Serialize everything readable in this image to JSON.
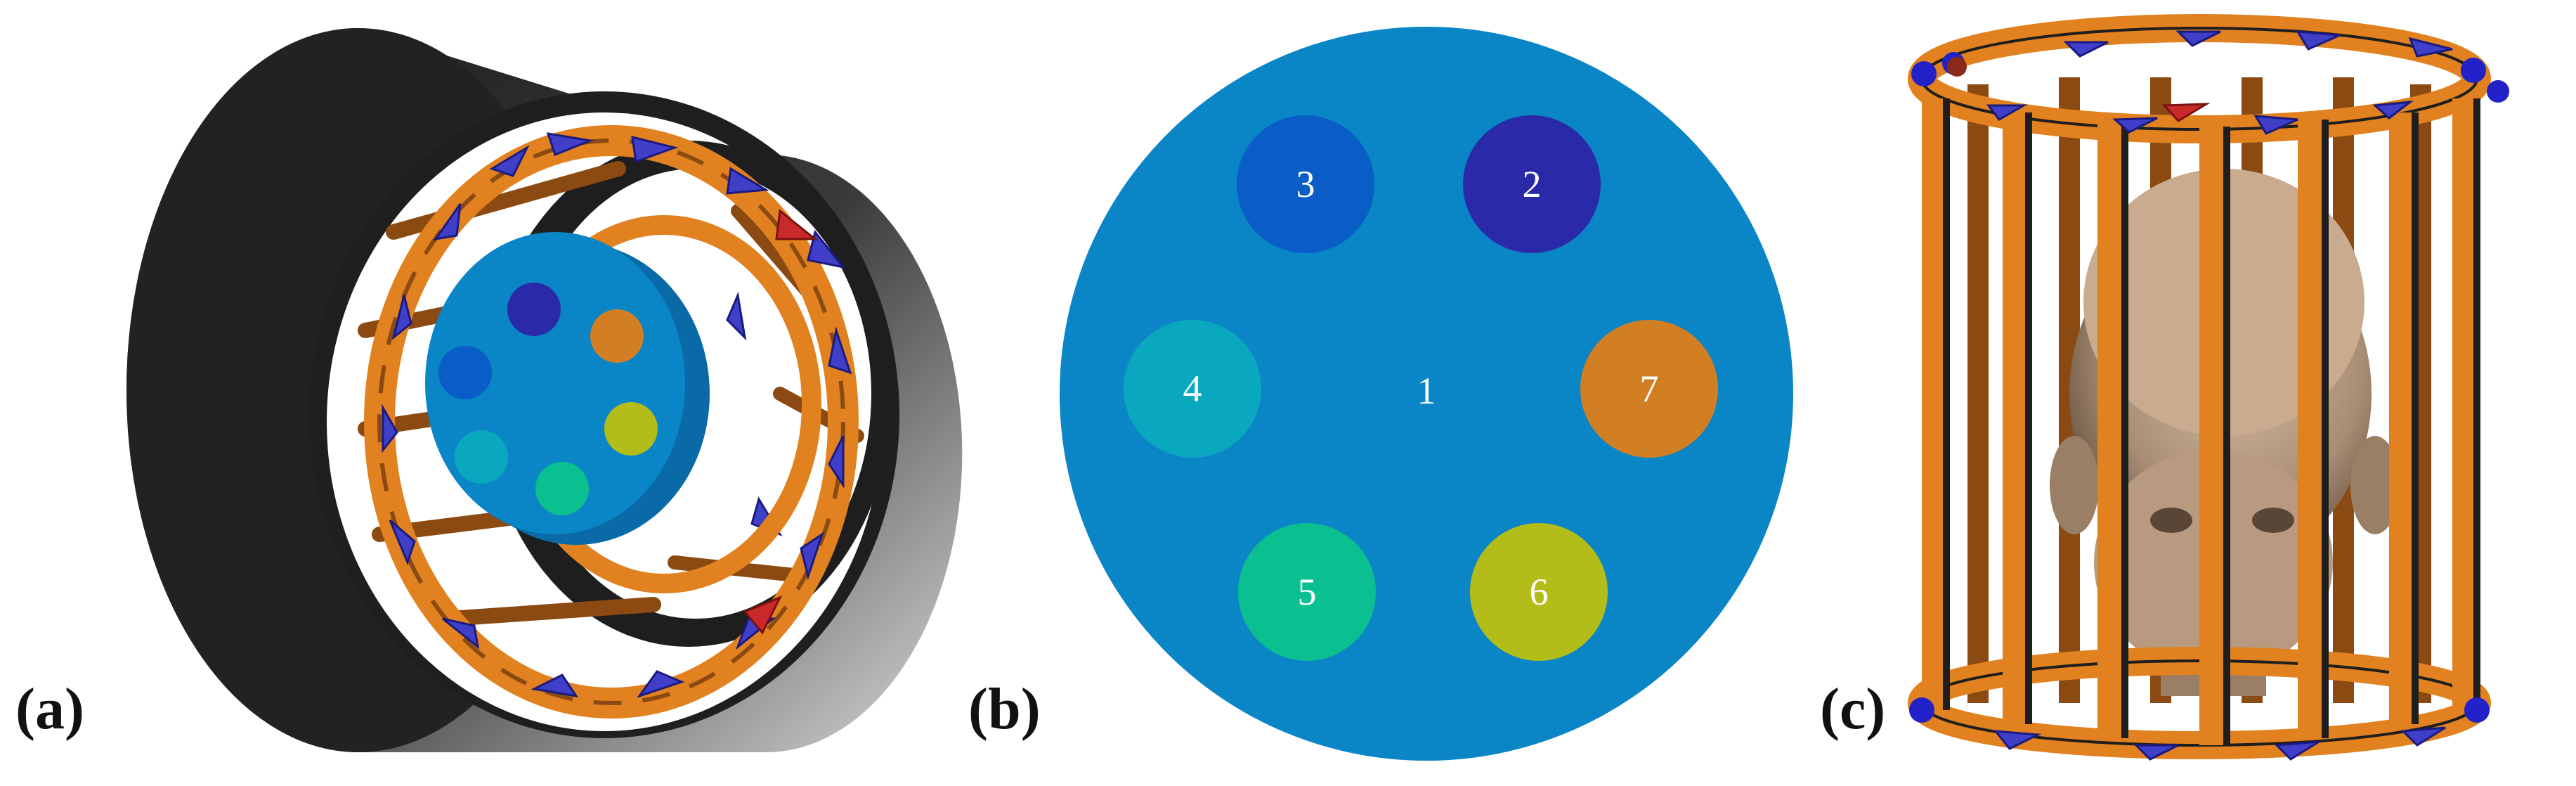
{
  "panels": [
    {
      "label": "(a)"
    },
    {
      "label": "(b)"
    },
    {
      "label": "(c)"
    }
  ],
  "phantom_regions": [
    {
      "id": "1",
      "color": "#0a85c6"
    },
    {
      "id": "2",
      "color": "#2a2aa8"
    },
    {
      "id": "3",
      "color": "#0a5cc6"
    },
    {
      "id": "4",
      "color": "#0aa8bf"
    },
    {
      "id": "5",
      "color": "#0abf90"
    },
    {
      "id": "6",
      "color": "#b3bd1a"
    },
    {
      "id": "7",
      "color": "#d27e23"
    }
  ],
  "colors": {
    "coil_orange": "#e1811f",
    "shield_dark": "#2b2b2b",
    "capacitor_blue": "#3f3fc8",
    "capacitor_red": "#c82a2a",
    "head_skin": "#b89a80"
  }
}
